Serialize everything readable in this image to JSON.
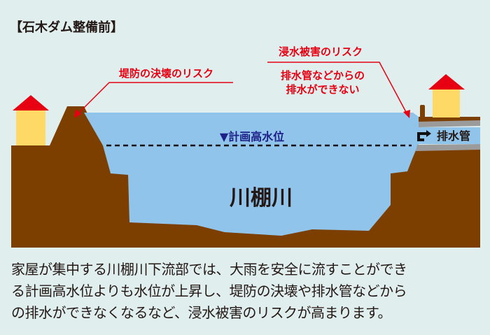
{
  "title": "【石木ダム整備前】",
  "diagram": {
    "river_name": "川棚川",
    "water_level_label": "▼計画高水位",
    "pipe_label": "排水管",
    "risk_levee": "堤防の決壊のリスク",
    "risk_flood": "浸水被害のリスク",
    "risk_drain_line1": "排水管などからの",
    "risk_drain_line2": "排水ができない"
  },
  "caption": {
    "lines": [
      "家屋が集中する川棚川下流部では、大雨を安全に流すことができ",
      "る計画高水位よりも水位が上昇し、堤防の決壊や排水管などから",
      "の排水ができなくなるなど、浸水被害のリスクが高まります。"
    ]
  },
  "colors": {
    "background": "#e0efee",
    "ground": "#7d3f00",
    "water": "#90c4ea",
    "risk_text": "#e60012",
    "house_roof": "#e60012",
    "house_body": "#ffd966",
    "level_label": "#1d2088",
    "pipe": "#9b9b9b"
  }
}
